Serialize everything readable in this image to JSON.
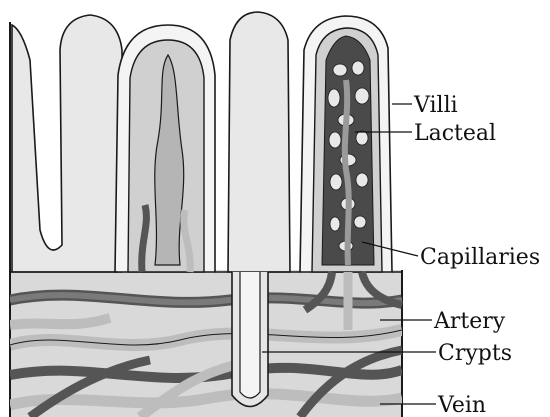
{
  "diagram": {
    "labels": {
      "villi": "Villi",
      "lacteal": "Lacteal",
      "capillaries": "Capillaries",
      "artery": "Artery",
      "crypts": "Crypts",
      "vein": "Vein"
    },
    "colors": {
      "tissue": "#d6d6d6",
      "tissue_light": "#ececec",
      "outline": "#1a1a1a",
      "epithelium": "#f4f4f4",
      "vessel_dark": "#555555",
      "vessel_light": "#bdbdbd",
      "lacteal": "#9a9a9a"
    }
  }
}
